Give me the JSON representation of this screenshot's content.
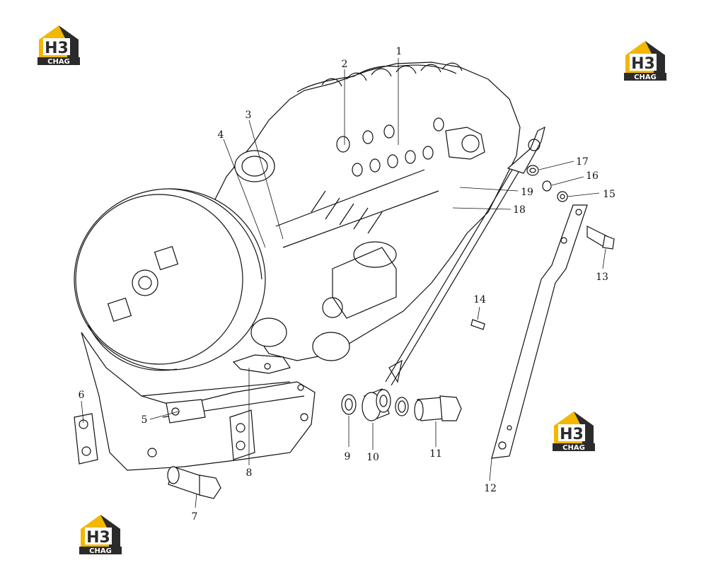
{
  "logo": {
    "mark": "H3",
    "word": "CHAG",
    "color_yellow": "#f2b800",
    "color_dark": "#2b2b2b"
  },
  "callouts": [
    {
      "id": "1",
      "label": "1"
    },
    {
      "id": "2",
      "label": "2"
    },
    {
      "id": "3",
      "label": "3"
    },
    {
      "id": "4",
      "label": "4"
    },
    {
      "id": "5",
      "label": "5"
    },
    {
      "id": "6",
      "label": "6"
    },
    {
      "id": "7",
      "label": "7"
    },
    {
      "id": "8",
      "label": "8"
    },
    {
      "id": "9",
      "label": "9"
    },
    {
      "id": "10",
      "label": "10"
    },
    {
      "id": "11",
      "label": "11"
    },
    {
      "id": "12",
      "label": "12"
    },
    {
      "id": "13",
      "label": "13"
    },
    {
      "id": "14",
      "label": "14"
    },
    {
      "id": "15",
      "label": "15"
    },
    {
      "id": "16",
      "label": "16"
    },
    {
      "id": "17",
      "label": "17"
    },
    {
      "id": "18",
      "label": "18"
    },
    {
      "id": "19",
      "label": "19"
    }
  ]
}
